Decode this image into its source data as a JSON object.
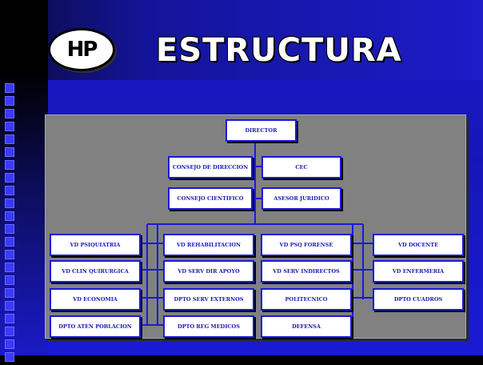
{
  "logo": {
    "text": "HP"
  },
  "title": "ESTRUCTURA",
  "org": {
    "director": "DIRECTOR",
    "consejo_direccion": "CONSEJO DE DIRECCION",
    "cec": "CEC",
    "consejo_cientifico": "CONSEJO CIENTIFICO",
    "asesor_juridico": "ASESOR JURIDICO",
    "col1": [
      "VD PSIQUIATRIA",
      "VD CLIN QUIRURGICA",
      "VD ECONOMIA",
      "DPTO ATEN POBLACION"
    ],
    "col2": [
      "VD REHABILITACION",
      "VD SERV DIR APOYO",
      "DPTO SERV EXTERNOS",
      "DPTO REG MEDICOS"
    ],
    "col3": [
      "VD PSQ FORENSE",
      "VD SERV INDIRECTOS",
      "POLITECNICO",
      "DEFENSA"
    ],
    "col4": [
      "VD DOCENTE",
      "VD ENFERMERIA",
      "DPTO CUADROS"
    ]
  },
  "colors": {
    "background": "#1a1acb",
    "panel": "#818181",
    "box_border": "#1a1ad8",
    "line": "#1a1ad8"
  }
}
